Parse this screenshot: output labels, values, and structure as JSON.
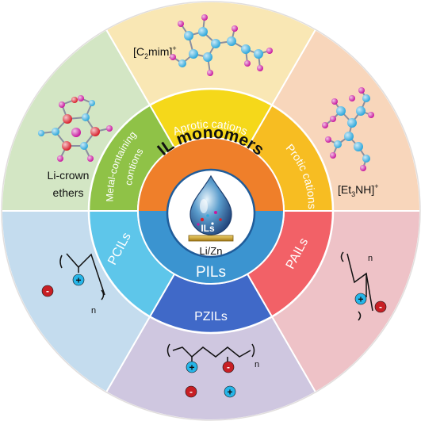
{
  "center": {
    "top_label": "IL monomers",
    "bottom_label": "PILs",
    "drop_label": "ILs",
    "substrate_label": "Li/Zn"
  },
  "inner_ring": {
    "aprotic": "Aprotic cations",
    "protic": "Protic cations",
    "metal_line1": "Metal-containing",
    "metal_line2": "contions",
    "pcils": "PCILs",
    "pails": "PAILs",
    "pzils": "PZILs"
  },
  "outer_ring": {
    "c2mim_base": "[C",
    "c2mim_sub": "2",
    "c2mim_rest": "mim]",
    "c2mim_sup": "+",
    "et3nh_base": "[Et",
    "et3nh_sub": "3",
    "et3nh_rest": "NH]",
    "et3nh_sup": "+",
    "crown_line1": "Li-crown",
    "crown_line2": "ethers",
    "polymer_n": "n",
    "plus": "+",
    "minus": "-"
  },
  "colors": {
    "outer_top": "#f9e7b4",
    "outer_top_right": "#f8d6bb",
    "outer_bottom_right": "#eec2c7",
    "outer_bottom": "#cfc7e0",
    "outer_bottom_left": "#c4dcee",
    "outer_top_left": "#d3e6c4",
    "ring_top": "#f5d81a",
    "ring_top_right": "#f7bd22",
    "ring_bottom_right": "#f26167",
    "ring_bottom": "#4069c8",
    "ring_bottom_left": "#5ec6ea",
    "ring_top_left": "#8fc247",
    "core_top": "#ef7f2a",
    "core_bottom": "#3b94d0",
    "cation_plus": "#26b5e8",
    "anion_minus": "#c81f24",
    "atom_blue": "#2fa8dc",
    "atom_magenta": "#c8189e",
    "atom_red": "#d8202c"
  }
}
